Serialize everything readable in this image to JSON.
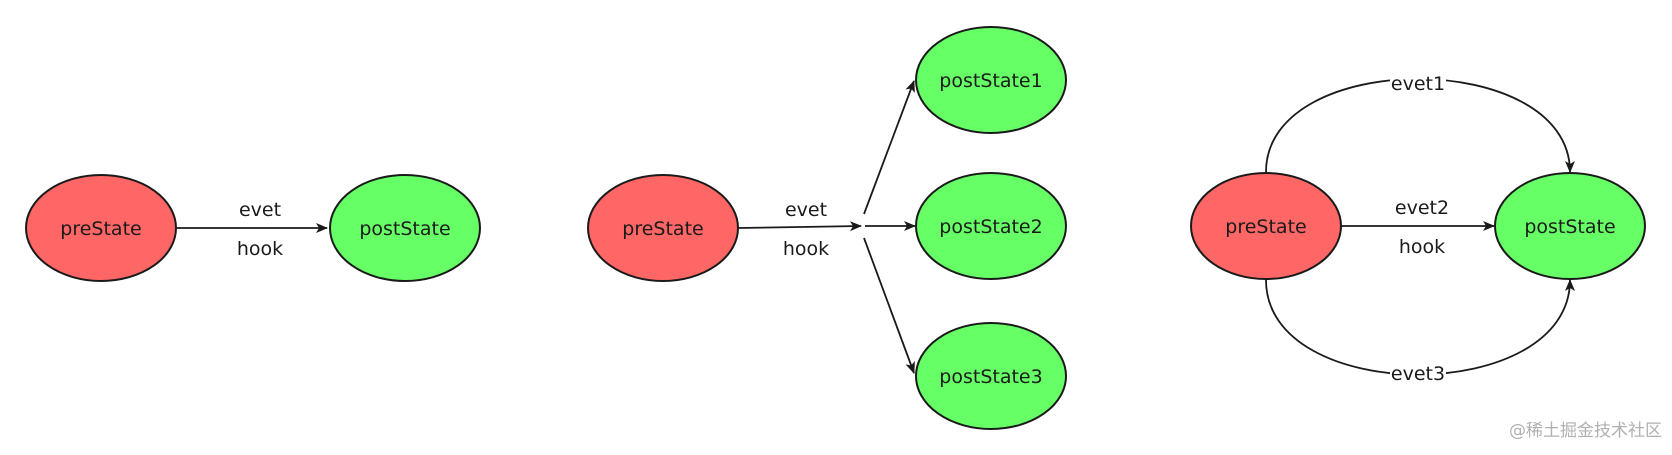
{
  "colors": {
    "pre_state_fill": "#ff6666",
    "post_state_fill": "#66ff66",
    "stroke": "#1a1a1a"
  },
  "diagram1": {
    "pre": "preState",
    "post": "postState",
    "edge_event": "evet",
    "edge_hook": "hook"
  },
  "diagram2": {
    "pre": "preState",
    "post1": "postState1",
    "post2": "postState2",
    "post3": "postState3",
    "edge_event": "evet",
    "edge_hook": "hook"
  },
  "diagram3": {
    "pre": "preState",
    "post": "postState",
    "edge_top": "evet1",
    "edge_mid": "evet2",
    "edge_mid_hook": "hook",
    "edge_bottom": "evet3"
  },
  "watermark": "@稀土掘金技术社区"
}
